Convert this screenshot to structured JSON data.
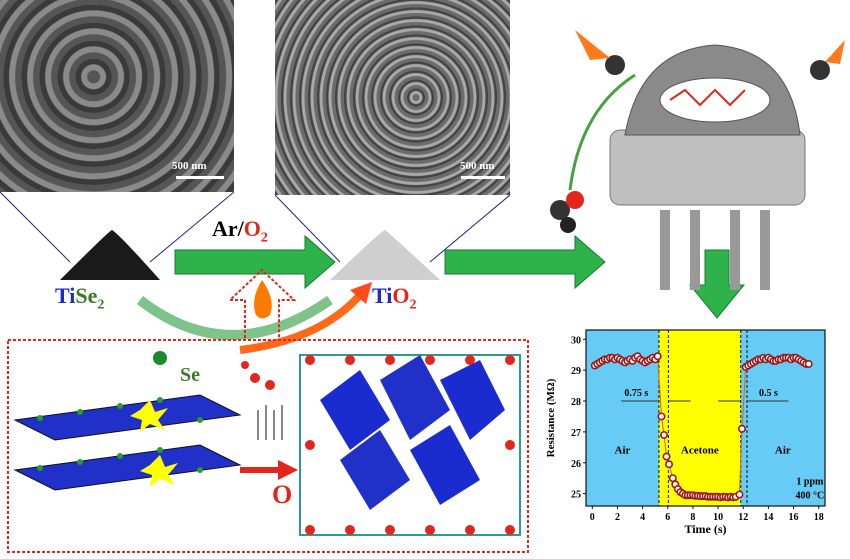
{
  "sem_left": {
    "scale_bar": "500 nm"
  },
  "sem_right": {
    "scale_bar": "500 nm"
  },
  "labels": {
    "tise2_ti": "Ti",
    "tise2_se": "Se",
    "tise2_sub": "2",
    "tio2_ti": "Ti",
    "tio2_o": "O",
    "tio2_sub": "2",
    "ar": "Ar/",
    "o2": "O",
    "o2_sub": "2",
    "se": "Se",
    "o": "O"
  },
  "colors": {
    "blue": "#1a2bd0",
    "green": "#3a7a28",
    "red": "#e3261b",
    "arrow_green": "#2db34a"
  },
  "chart_data": {
    "type": "scatter",
    "xlabel": "Time (s)",
    "ylabel": "Resistance (MΩ)",
    "xlim": [
      -0.5,
      18.5
    ],
    "ylim": [
      24.6,
      30.3
    ],
    "xticks": [
      0,
      2,
      4,
      6,
      8,
      10,
      12,
      14,
      16,
      18
    ],
    "yticks": [
      25,
      26,
      27,
      28,
      29,
      30
    ],
    "regions": [
      {
        "label": "Air",
        "from": -0.5,
        "to": 5.3,
        "color": "#66ccf5"
      },
      {
        "label": "Acetone",
        "from": 5.3,
        "to": 11.8,
        "color": "#ffff00"
      },
      {
        "label": "Air",
        "from": 11.8,
        "to": 18.5,
        "color": "#66ccf5"
      }
    ],
    "annotations": {
      "response_time": "0.75 s",
      "recovery_time": "0.5 s",
      "conc": "1 ppm",
      "temp": "400 °C"
    },
    "x": [
      0.2,
      0.4,
      0.6,
      0.8,
      1.0,
      1.2,
      1.4,
      1.6,
      1.8,
      2.0,
      2.2,
      2.4,
      2.6,
      2.8,
      3.0,
      3.2,
      3.4,
      3.6,
      3.8,
      4.0,
      4.2,
      4.4,
      4.6,
      4.8,
      5.0,
      5.2,
      5.5,
      5.7,
      5.9,
      6.1,
      6.4,
      6.6,
      6.8,
      7.0,
      7.2,
      7.4,
      7.6,
      7.8,
      8.0,
      8.2,
      8.4,
      8.6,
      8.8,
      9.0,
      9.2,
      9.4,
      9.6,
      9.8,
      10.0,
      10.2,
      10.4,
      10.6,
      10.8,
      11.0,
      11.2,
      11.4,
      11.7,
      11.9,
      12.2,
      12.4,
      12.6,
      12.8,
      13.0,
      13.2,
      13.4,
      13.6,
      13.8,
      14.0,
      14.2,
      14.4,
      14.6,
      14.8,
      15.0,
      15.2,
      15.4,
      15.6,
      15.8,
      16.0,
      16.2,
      16.4,
      16.6,
      16.8,
      17.0,
      17.2
    ],
    "y": [
      29.15,
      29.2,
      29.25,
      29.3,
      29.35,
      29.35,
      29.4,
      29.4,
      29.35,
      29.4,
      29.35,
      29.3,
      29.25,
      29.3,
      29.35,
      29.3,
      29.4,
      29.45,
      29.35,
      29.3,
      29.25,
      29.3,
      29.35,
      29.4,
      29.35,
      29.45,
      27.5,
      26.9,
      26.2,
      25.95,
      25.5,
      25.3,
      25.15,
      25.05,
      25.0,
      24.95,
      24.95,
      24.95,
      24.95,
      24.93,
      24.93,
      24.92,
      24.92,
      24.92,
      24.9,
      24.9,
      24.9,
      24.9,
      24.9,
      24.88,
      24.9,
      24.9,
      24.88,
      24.9,
      24.88,
      24.9,
      24.97,
      27.1,
      29.1,
      29.15,
      29.2,
      29.25,
      29.3,
      29.35,
      29.35,
      29.4,
      29.35,
      29.4,
      29.35,
      29.3,
      29.3,
      29.35,
      29.35,
      29.4,
      29.4,
      29.4,
      29.35,
      29.4,
      29.4,
      29.35,
      29.3,
      29.25,
      29.2,
      29.2
    ]
  }
}
